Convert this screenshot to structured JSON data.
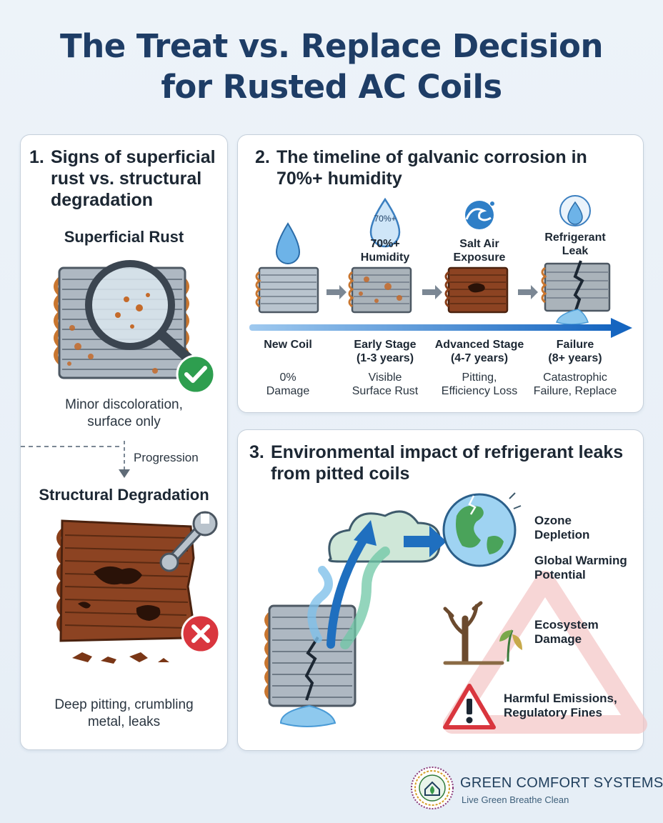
{
  "title": {
    "line1": "The Treat vs. Replace Decision",
    "line2": "for Rusted AC Coils"
  },
  "panel1": {
    "number": "1.",
    "title": "Signs of superficial rust vs. structural degradation",
    "superficial": {
      "heading": "Superficial Rust",
      "caption_line1": "Minor discoloration,",
      "caption_line2": "surface only"
    },
    "progression_label": "Progression",
    "structural": {
      "heading": "Structural Degradation",
      "caption_line1": "Deep pitting, crumbling",
      "caption_line2": "metal, leaks"
    }
  },
  "panel2": {
    "number": "2.",
    "title": "The timeline of galvanic corrosion in 70%+ humidity",
    "drop_badge": "70%+",
    "stages": [
      {
        "top_label": "",
        "name": "New Coil",
        "period": "",
        "desc1": "0%",
        "desc2": "Damage"
      },
      {
        "top_label1": "70%+",
        "top_label2": "Humidity",
        "name": "Early Stage",
        "period": "(1-3 years)",
        "desc1": "Visible",
        "desc2": "Surface Rust"
      },
      {
        "top_label1": "Salt Air",
        "top_label2": "Exposure",
        "name": "Advanced Stage",
        "period": "(4-7 years)",
        "desc1": "Pitting,",
        "desc2": "Efficiency Loss"
      },
      {
        "top_label1": "Refrigerant",
        "top_label2": "Leak",
        "name": "Failure",
        "period": "(8+ years)",
        "desc1": "Catastrophic",
        "desc2": "Failure, Replace"
      }
    ]
  },
  "panel3": {
    "number": "3.",
    "title": "Environmental impact of refrigerant leaks from pitted coils",
    "impacts": {
      "ozone1": "Ozone",
      "ozone2": "Depletion",
      "gwp1": "Global Warming",
      "gwp2": "Potential",
      "eco1": "Ecosystem",
      "eco2": "Damage",
      "harm1": "Harmful Emissions,",
      "harm2": "Regulatory Fines"
    }
  },
  "logo": {
    "name": "GREEN COMFORT SYSTEMS",
    "tagline": "Live Green Breathe Clean"
  },
  "colors": {
    "title": "#1e3d66",
    "timeline_arrow": "#1565c0",
    "check": "#2e9e4f",
    "cross": "#d9363e",
    "warning": "#d9363e",
    "rust": "#9a4a22"
  }
}
